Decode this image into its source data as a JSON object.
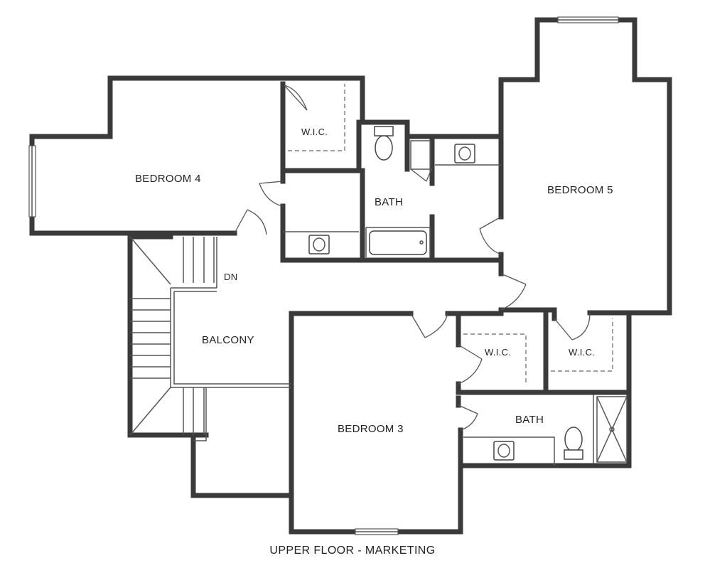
{
  "rooms": {
    "bedroom_4": "BEDROOM 4",
    "bedroom_5": "BEDROOM 5",
    "bedroom_3": "BEDROOM 3",
    "wic_1": "W.I.C.",
    "wic_2": "W.I.C.",
    "wic_3": "W.I.C.",
    "bath_upper": "BATH",
    "bath_lower": "BATH",
    "balcony": "BALCONY"
  },
  "stair_label": "DN",
  "plan_title": "UPPER FLOOR - MARKETING",
  "colors": {
    "wall": "#3a3a3a",
    "background": "#ffffff",
    "text": "#222222"
  }
}
